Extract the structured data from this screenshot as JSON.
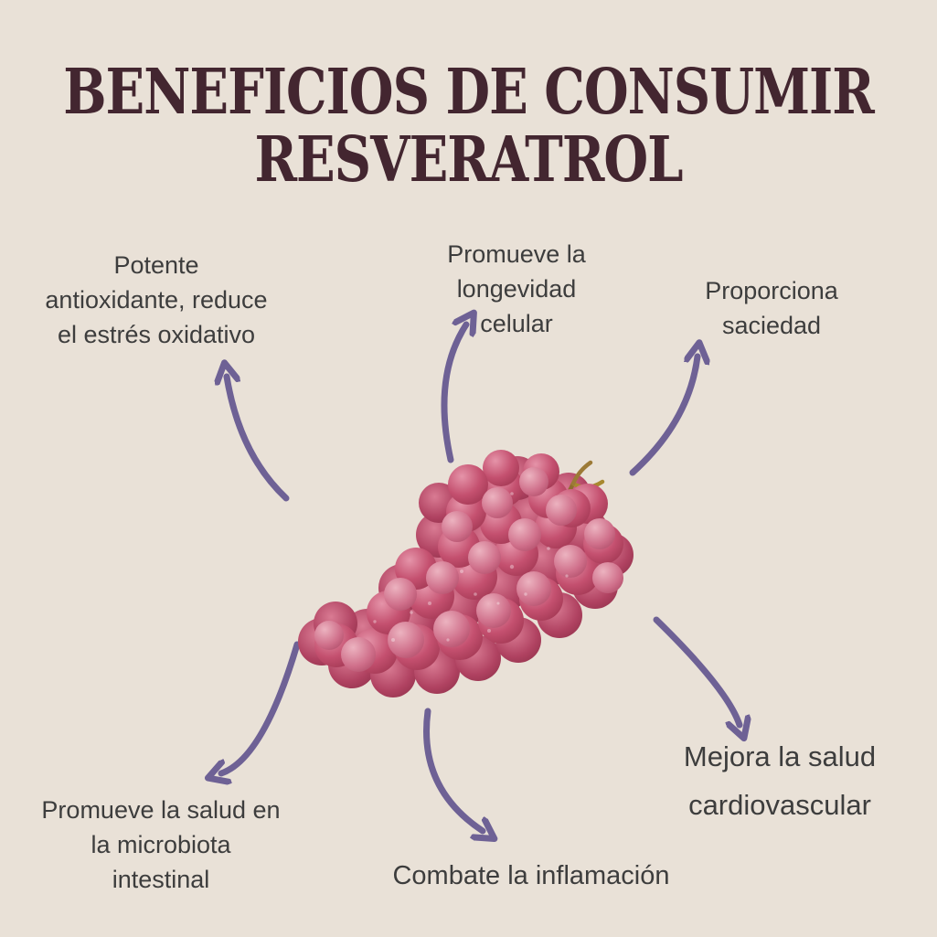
{
  "page": {
    "background_color": "#e9e1d7",
    "title": "BENEFICIOS DE CONSUMIR\nRESVERATROL",
    "title_color": "#432630",
    "text_color": "#3d3d3d",
    "arrow_color": "#6e6195"
  },
  "center_image": {
    "icon": "red-grapes-cluster-image"
  },
  "benefits": [
    {
      "id": "antioxidant",
      "label": "Potente\nantioxidante, reduce\nel estrés oxidativo"
    },
    {
      "id": "longevity",
      "label": "Promueve la\nlongevidad\ncelular"
    },
    {
      "id": "satiety",
      "label": "Proporciona\nsaciedad"
    },
    {
      "id": "microbiota",
      "label": "Promueve la salud en\nla microbiota\nintestinal"
    },
    {
      "id": "inflammation",
      "label": "Combate la inflamación"
    },
    {
      "id": "cardio",
      "label": "Mejora la salud\ncardiovascular"
    }
  ]
}
